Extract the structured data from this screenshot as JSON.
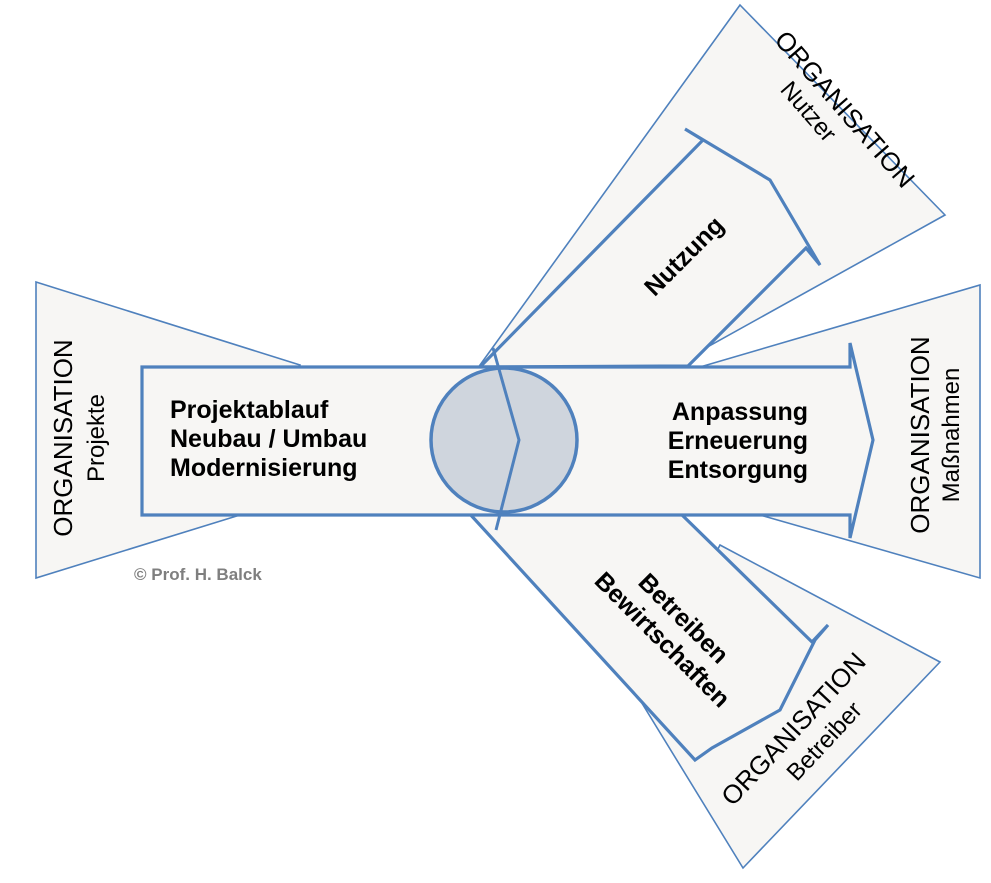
{
  "colors": {
    "outline": "#4f81bd",
    "fill": "#f7f6f4",
    "hub_fill": "#cfd5dd",
    "copyright": "#7f7f7f"
  },
  "organizations": {
    "projects": {
      "title": "ORGANISATION",
      "subtitle": "Projekte"
    },
    "users": {
      "title": "ORGANISATION",
      "subtitle": "Nutzer"
    },
    "measures": {
      "title": "ORGANISATION",
      "subtitle": "Maßnahmen"
    },
    "operators": {
      "title": "ORGANISATION",
      "subtitle": "Betreiber"
    }
  },
  "flows": {
    "project": {
      "lines": [
        "Projektablauf",
        "Neubau / Umbau",
        "Modernisierung"
      ]
    },
    "usage": {
      "lines": [
        "Nutzung"
      ]
    },
    "adaptation": {
      "lines": [
        "Anpassung",
        "Erneuerung",
        "Entsorgung"
      ]
    },
    "operation": {
      "lines": [
        "Betreiben",
        "Bewirtschaften"
      ]
    }
  },
  "copyright": "© Prof. H. Balck"
}
